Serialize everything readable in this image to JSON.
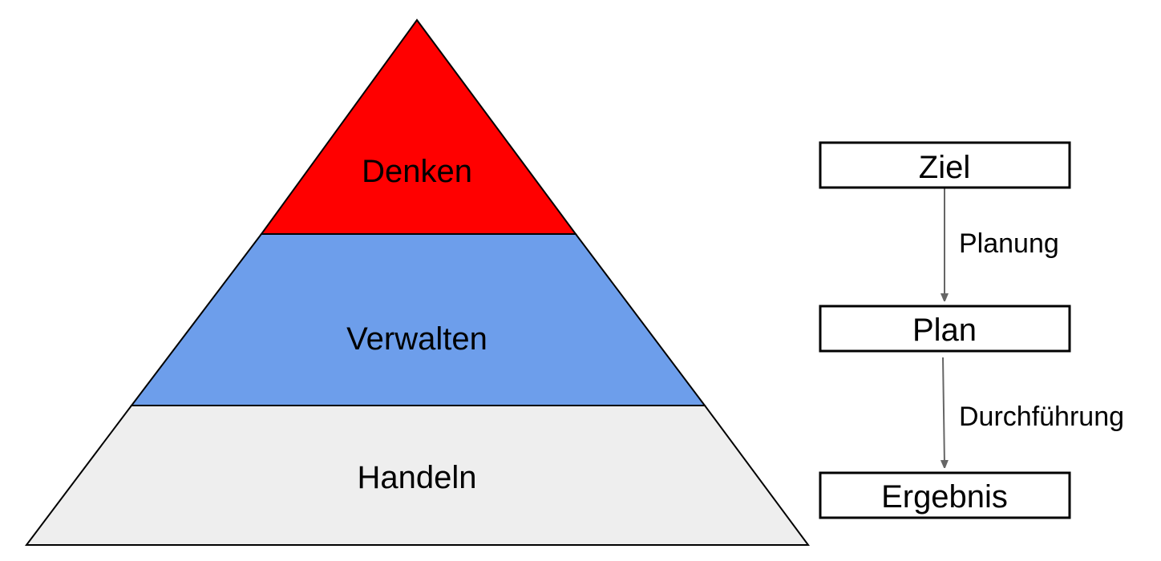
{
  "pyramid": {
    "layers": [
      {
        "label": "Denken",
        "color": "#ff0000"
      },
      {
        "label": "Verwalten",
        "color": "#6d9eeb"
      },
      {
        "label": "Handeln",
        "color": "#eeeeee"
      }
    ]
  },
  "flow": {
    "nodes": [
      {
        "label": "Ziel"
      },
      {
        "label": "Plan"
      },
      {
        "label": "Ergebnis"
      }
    ],
    "edges": [
      {
        "label": "Planung"
      },
      {
        "label": "Durchführung"
      }
    ],
    "arrow_color": "#666666"
  }
}
